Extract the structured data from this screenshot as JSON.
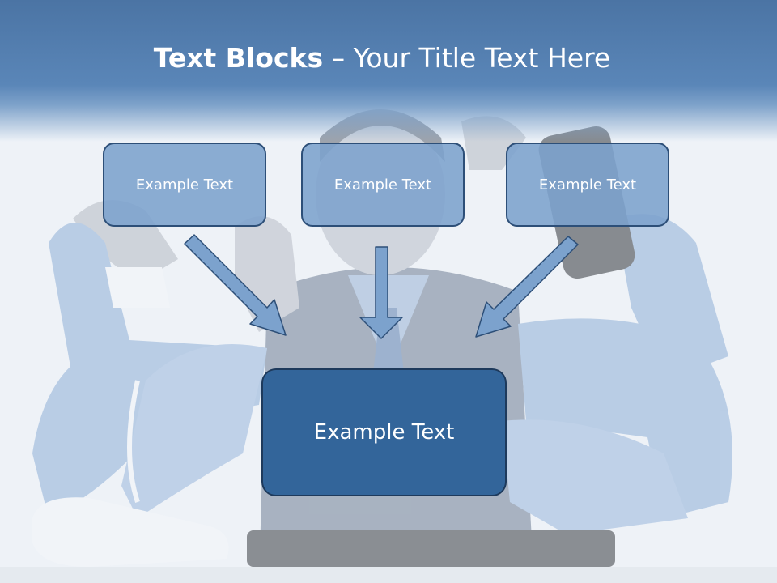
{
  "slide": {
    "title_bold": "Text Blocks",
    "title_separator": " – ",
    "title_rest": "Your Title Text Here",
    "top_boxes": [
      {
        "label": "Example Text"
      },
      {
        "label": "Example Text"
      },
      {
        "label": "Example Text"
      }
    ],
    "main_box": {
      "label": "Example Text"
    }
  },
  "colors": {
    "title_band": "#5a86b8",
    "small_box_fill": "#7ca2cd",
    "main_box_fill": "#33659a",
    "box_border": "#2d4f78",
    "arrow_fill": "#7ca2cd"
  }
}
